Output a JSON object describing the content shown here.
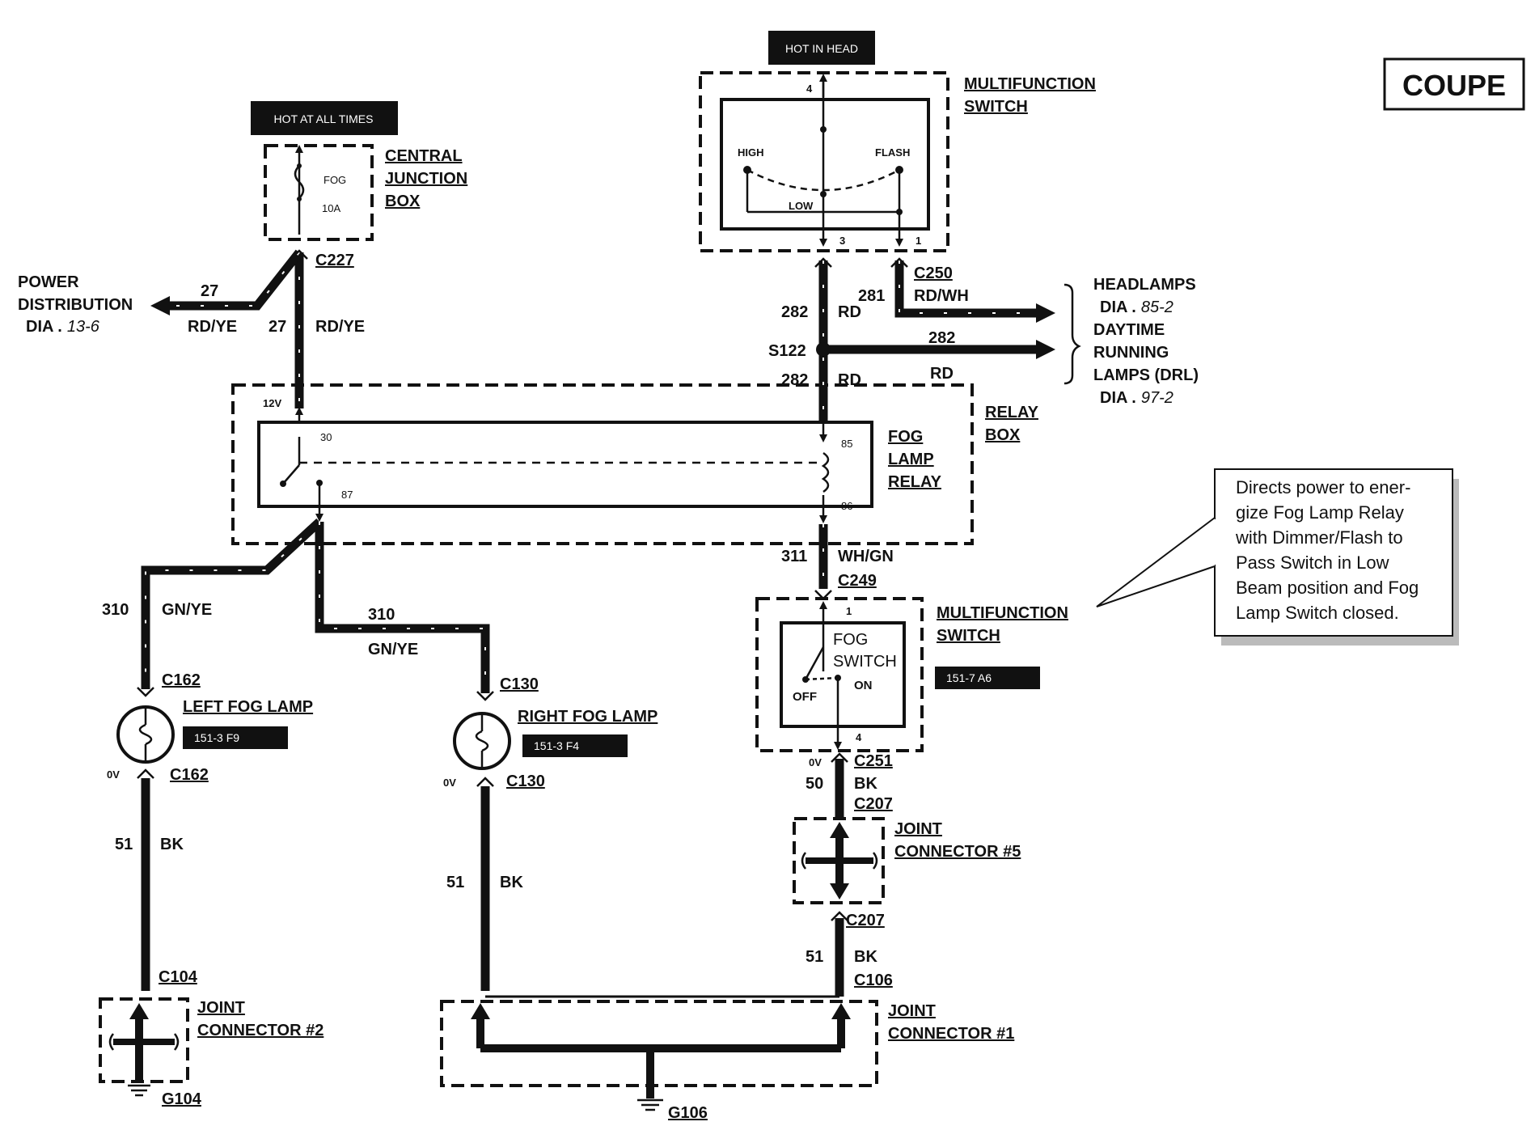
{
  "coupe": "COUPE",
  "tags": {
    "hot_in_head": "HOT IN HEAD",
    "hot_at_all_times": "HOT AT ALL TIMES",
    "left_ref": "151-3 F9",
    "right_ref": "151-3 F4",
    "fog_switch_ref": "151-7 A6"
  },
  "components": {
    "multifunction_switch_top": [
      "MULTIFUNCTION",
      "SWITCH"
    ],
    "central_junction_box": [
      "CENTRAL",
      "JUNCTION",
      "BOX"
    ],
    "relay_box": [
      "RELAY",
      "BOX"
    ],
    "fog_lamp_relay": [
      "FOG",
      "LAMP",
      "RELAY"
    ],
    "multifunction_switch_bottom": [
      "MULTIFUNCTION",
      "SWITCH"
    ],
    "left_fog_lamp": "LEFT FOG LAMP",
    "right_fog_lamp": "RIGHT FOG LAMP",
    "joint_connector_5": [
      "JOINT",
      "CONNECTOR #5"
    ],
    "joint_connector_2": [
      "JOINT",
      "CONNECTOR #2"
    ],
    "joint_connector_1": [
      "JOINT",
      "CONNECTOR #1"
    ]
  },
  "switch_labels": {
    "high": "HIGH",
    "flash": "FLASH",
    "low": "LOW",
    "pin4": "4",
    "pin3": "3",
    "pin1": "1",
    "fog": "FOG",
    "fuse": "10A",
    "fog_switch": [
      "FOG",
      "SWITCH"
    ],
    "on": "ON",
    "off": "OFF",
    "pin_fs1": "1",
    "pin_fs4": "4",
    "relay_30": "30",
    "relay_87": "87",
    "relay_85": "85",
    "relay_86": "86"
  },
  "references": {
    "power_distribution": [
      "POWER",
      "DISTRIBUTION"
    ],
    "power_dia": "DIA .",
    "power_dia_num": "13-6",
    "headlamps": "HEADLAMPS",
    "headlamps_dia": "DIA .",
    "headlamps_dia_num": "85-2",
    "drl": [
      "DAYTIME",
      "RUNNING",
      "LAMPS (DRL)"
    ],
    "drl_dia": "DIA .",
    "drl_dia_num": "97-2"
  },
  "connectors": {
    "c227": "C227",
    "c250": "C250",
    "s122": "S122",
    "c249": "C249",
    "c162_top": "C162",
    "c162_bot": "C162",
    "c130_top": "C130",
    "c130_bot": "C130",
    "c251": "C251",
    "c207_top": "C207",
    "c207_bot": "C207",
    "c106": "C106",
    "c104": "C104",
    "g104": "G104",
    "g106": "G106"
  },
  "voltages": {
    "v12": "12V",
    "v0_left": "0V",
    "v0_right": "0V",
    "v0_switch": "0V"
  },
  "circuits": {
    "c27_left_num": "27",
    "c27_left_color": "RD/YE",
    "c27_num": "27",
    "c27_color": "RD/YE",
    "c282_top_num": "282",
    "c282_top_color": "RD",
    "c281_num": "281",
    "c281_color": "RD/WH",
    "c282_right_num": "282",
    "c282_right_color": "RD",
    "c282_mid_num": "282",
    "c282_mid_color": "RD",
    "c311_num": "311",
    "c311_color": "WH/GN",
    "c310_left_num": "310",
    "c310_left_color": "GN/YE",
    "c310_right_num": "310",
    "c310_right_color": "GN/YE",
    "c50_num": "50",
    "c50_color": "BK",
    "c51_left_num": "51",
    "c51_left_color": "BK",
    "c51_mid_num": "51",
    "c51_mid_color": "BK",
    "c51_right_num": "51",
    "c51_right_color": "BK"
  },
  "callout": [
    "Directs  power to ener-",
    "gize Fog Lamp Relay",
    "with Dimmer/Flash to",
    "Pass Switch in Low",
    "Beam position and Fog",
    "Lamp Switch closed."
  ]
}
